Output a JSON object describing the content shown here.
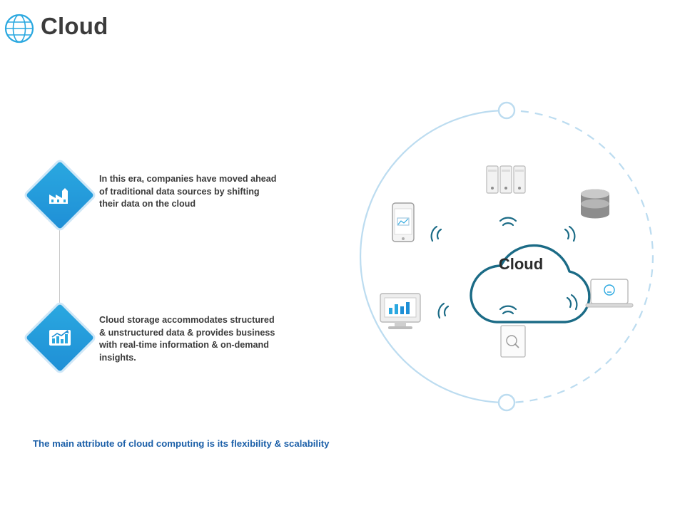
{
  "header": {
    "title": "Cloud",
    "icon": "globe-icon"
  },
  "bullets": [
    {
      "icon": "factory-icon",
      "text": "In this era, companies have moved ahead of traditional data sources by shifting their data on the cloud"
    },
    {
      "icon": "bar-chart-growth-icon",
      "text": "Cloud storage accommodates structured & unstructured data & provides business with real-time information & on-demand insights."
    }
  ],
  "diagram": {
    "center_label": "Cloud",
    "nodes": [
      {
        "name": "servers-icon",
        "label": ""
      },
      {
        "name": "database-icon",
        "label": ""
      },
      {
        "name": "laptop-icon",
        "label": ""
      },
      {
        "name": "document-search-icon",
        "label": ""
      },
      {
        "name": "desktop-monitor-icon",
        "label": ""
      },
      {
        "name": "smartphone-icon",
        "label": ""
      }
    ],
    "orbit_handles": [
      {
        "name": "orbit-handle-top"
      },
      {
        "name": "orbit-handle-bottom"
      }
    ]
  },
  "footer": {
    "note": "The main attribute of cloud computing is its flexibility & scalability"
  },
  "colors": {
    "accent_blue": "#2aa8e0",
    "footer_blue": "#1b5fa8",
    "title_gray": "#3b3b3b",
    "orbit_blue": "#bcdcf0",
    "cloud_outline": "#1b6b86"
  }
}
